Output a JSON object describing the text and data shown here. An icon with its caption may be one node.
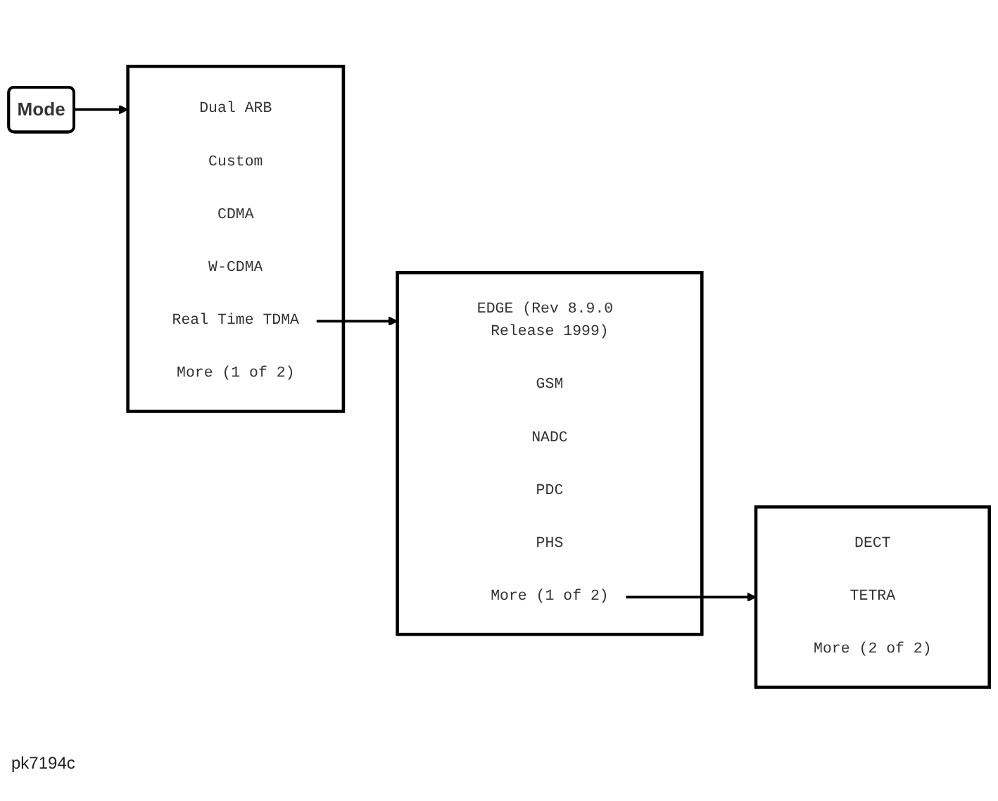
{
  "diagram": {
    "nodes": [
      {
        "text": [
          "Mode"
        ]
      },
      {
        "text": [],
        "shape": "box"
      },
      {
        "text": [
          "Dual ARB"
        ],
        "in": 1
      },
      {
        "text": [
          "Custom"
        ],
        "in": 1
      },
      {
        "text": [
          "CDMA"
        ],
        "in": 1
      },
      {
        "text": [
          "W-CDMA"
        ],
        "in": 1
      },
      {
        "text": [
          "Real Time TDMA"
        ],
        "in": 1
      },
      {
        "text": [
          "More (1 of 2)"
        ],
        "in": 1
      },
      {
        "text": [],
        "shape": "box"
      },
      {
        "text": [
          "EDGE (Rev 8.9.0 Release 1999)"
        ],
        "in": 8
      },
      {
        "text": [
          "GSM"
        ],
        "in": 8
      },
      {
        "text": [
          "NADC"
        ],
        "in": 8
      },
      {
        "text": [
          "PDC"
        ],
        "in": 8
      },
      {
        "text": [
          "PHS"
        ],
        "in": 8
      },
      {
        "text": [
          "More (1 of 2)"
        ],
        "in": 8
      },
      {
        "text": [],
        "shape": "box"
      },
      {
        "text": [
          "DECT"
        ],
        "in": 15
      },
      {
        "text": [
          "TETRA"
        ],
        "in": 15
      },
      {
        "text": [
          "More (2 of 2)"
        ],
        "in": 15
      }
    ],
    "edges": [
      {
        "from": 0,
        "to": 1,
        "arrow": "to"
      },
      {
        "from": 6,
        "to": 8,
        "arrow": "to"
      },
      {
        "from": 14,
        "to": 15,
        "arrow": "to"
      }
    ],
    "labels": [
      "pk7194c"
    ]
  }
}
